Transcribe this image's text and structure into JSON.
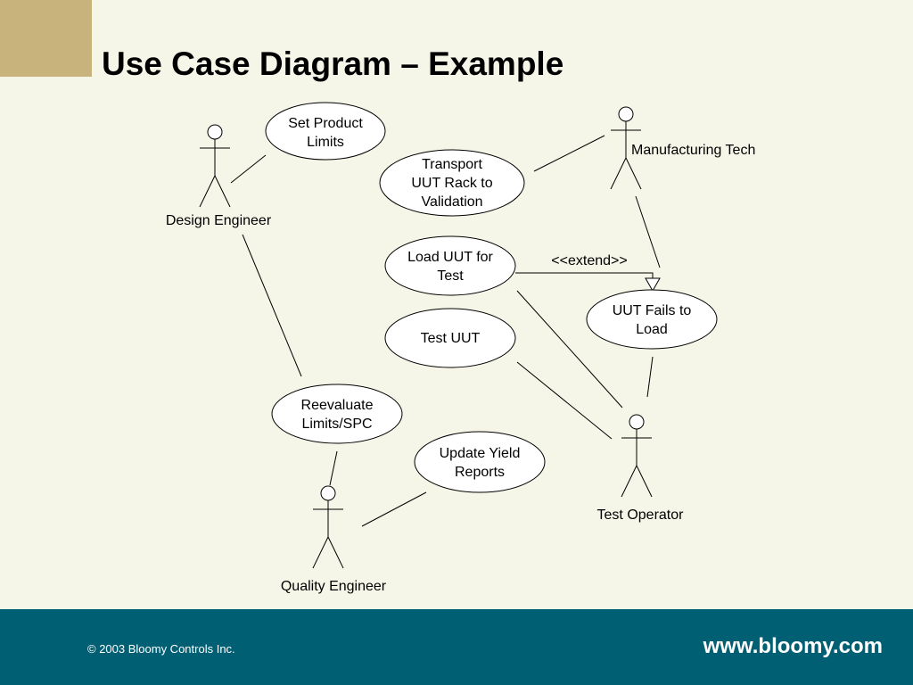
{
  "slide": {
    "title": "Use Case Diagram – Example",
    "accent_color": "#C9B37C",
    "background_color": "#F6F6E8",
    "footer_color": "#005F73"
  },
  "actors": {
    "design_engineer": "Design Engineer",
    "manufacturing_tech": "Manufacturing Tech",
    "test_operator": "Test Operator",
    "quality_engineer": "Quality Engineer"
  },
  "use_cases": {
    "set_product_limits": [
      "Set Product",
      "Limits"
    ],
    "transport_uut": [
      "Transport",
      "UUT Rack to",
      "Validation"
    ],
    "load_uut": [
      "Load UUT for",
      "Test"
    ],
    "test_uut": [
      "Test UUT"
    ],
    "uut_fails": [
      "UUT Fails to",
      "Load"
    ],
    "reevaluate_limits": [
      "Reevaluate",
      "Limits/SPC"
    ],
    "update_yield": [
      "Update Yield",
      "Reports"
    ]
  },
  "relationships": {
    "extend_label": "<<extend>>"
  },
  "footer": {
    "copyright": "© 2003 Bloomy Controls Inc.",
    "website": "www.bloomy.com"
  }
}
